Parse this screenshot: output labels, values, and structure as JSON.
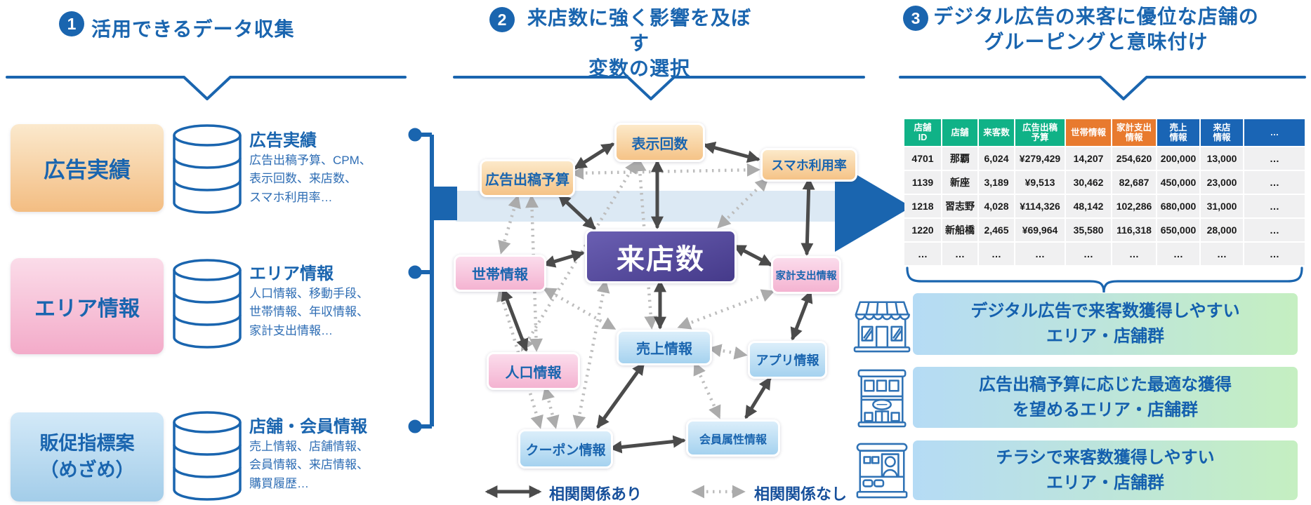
{
  "sections": [
    {
      "num": "1",
      "title": "活用できるデータ収集"
    },
    {
      "num": "2",
      "title_line1": "来店数に強く影響を及ぼす",
      "title_line2": "変数の選択"
    },
    {
      "num": "3",
      "title_line1": "デジタル広告の来客に優位な店舗の",
      "title_line2": "グルーピングと意味付け"
    }
  ],
  "data_sources": [
    {
      "icon": "database-icon",
      "box_label": "広告実績",
      "title": "広告実績",
      "desc_lines": [
        "広告出稿予算、CPM、",
        "表示回数、来店数、",
        "スマホ利用率…"
      ]
    },
    {
      "icon": "database-icon",
      "box_label": "エリア情報",
      "title": "エリア情報",
      "desc_lines": [
        "人口情報、移動手段、",
        "世帯情報、年収情報、",
        "家計支出情報…"
      ]
    },
    {
      "icon": "database-icon",
      "box_label_line1": "販促指標案",
      "box_label_line2": "（めざめ）",
      "title": "店舗・会員情報",
      "desc_lines": [
        "売上情報、店舗情報、",
        "会員情報、来店情報、",
        "購買履歴…"
      ]
    }
  ],
  "network": {
    "center_label": "来店数",
    "nodes": [
      {
        "label": "表示回数",
        "color": "orange"
      },
      {
        "label": "広告出稿予算",
        "color": "orange"
      },
      {
        "label": "スマホ利用率",
        "color": "orange"
      },
      {
        "label": "世帯情報",
        "color": "pink"
      },
      {
        "label": "家計支出情報",
        "color": "pink"
      },
      {
        "label": "人口情報",
        "color": "pink"
      },
      {
        "label": "売上情報",
        "color": "blue"
      },
      {
        "label": "アプリ情報",
        "color": "blue"
      },
      {
        "label": "クーポン情報",
        "color": "blue"
      },
      {
        "label": "会員属性情報",
        "color": "blue"
      }
    ],
    "legend": {
      "solid_label": "相関関係あり",
      "dotted_label": "相関関係なし"
    }
  },
  "table": {
    "headers": [
      {
        "label": "店舗\nID",
        "color": "green"
      },
      {
        "label": "店舗",
        "color": "green"
      },
      {
        "label": "来客数",
        "color": "green"
      },
      {
        "label": "広告出稿\n予算",
        "color": "green"
      },
      {
        "label": "世帯情報",
        "color": "orange"
      },
      {
        "label": "家計支出\n情報",
        "color": "orange"
      },
      {
        "label": "売上\n情報",
        "color": "blue"
      },
      {
        "label": "来店\n情報",
        "color": "blue"
      },
      {
        "label": "…",
        "color": "blue"
      }
    ],
    "rows": [
      [
        "4701",
        "那覇",
        "6,024",
        "¥279,429",
        "14,207",
        "254,620",
        "200,000",
        "13,000",
        "…"
      ],
      [
        "1139",
        "新座",
        "3,189",
        "¥9,513",
        "30,462",
        "82,687",
        "450,000",
        "23,000",
        "…"
      ],
      [
        "1218",
        "習志野",
        "4,028",
        "¥114,326",
        "48,142",
        "102,286",
        "680,000",
        "31,000",
        "…"
      ],
      [
        "1220",
        "新船橋",
        "2,465",
        "¥69,964",
        "35,580",
        "116,318",
        "650,000",
        "28,000",
        "…"
      ],
      [
        "…",
        "…",
        "…",
        "…",
        "…",
        "…",
        "…",
        "…",
        "…"
      ]
    ]
  },
  "groups": [
    {
      "icon": "storefront-awning-icon",
      "line1": "デジタル広告で来客数獲得しやすい",
      "line2": "エリア・店舗群"
    },
    {
      "icon": "building-shop-icon",
      "line1": "広告出稿予算に応じた最適な獲得",
      "line2": "を望めるエリア・店舗群"
    },
    {
      "icon": "kiosk-person-icon",
      "line1": "チラシで来客数獲得しやすい",
      "line2": "エリア・店舗群"
    }
  ],
  "colors": {
    "primary_blue": "#1a65af",
    "band_blue": "#dce9f4",
    "center_purple": "#544a9c",
    "orange_node": "#f5c387",
    "pink_node": "#f4b3d1",
    "blue_node": "#a5d2ef",
    "table_header_green": "#10b287",
    "table_header_orange": "#e87a2e",
    "table_header_blue": "#1a65b5",
    "solid_arrow": "#4b4b4b",
    "dotted_arrow": "#bdbdbd",
    "result_gradient_left": "#b5dbf5",
    "result_gradient_right": "#c5efc1"
  }
}
